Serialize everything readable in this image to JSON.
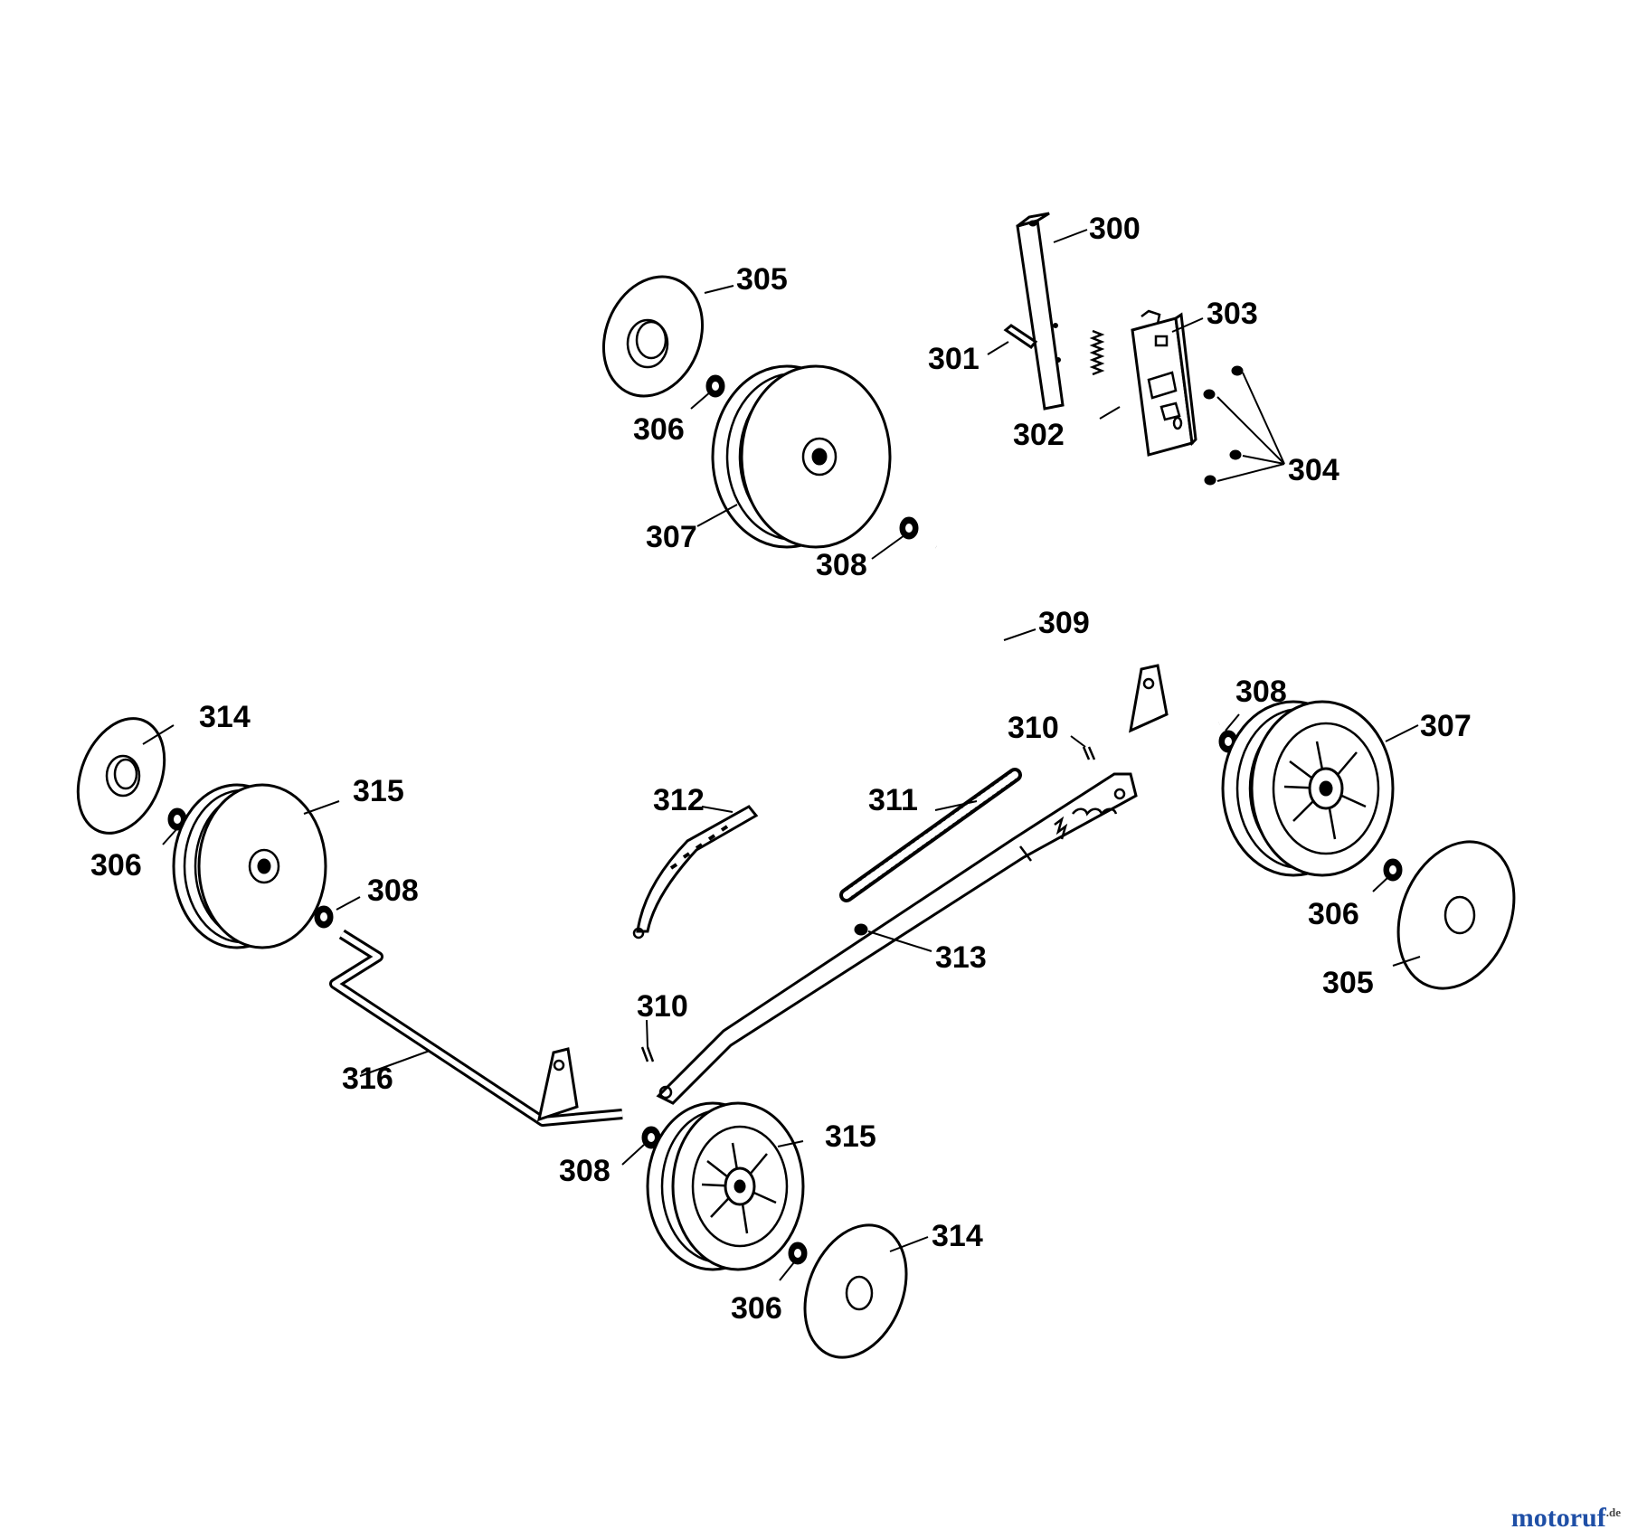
{
  "part_labels": [
    "300",
    "301",
    "302",
    "303",
    "304",
    "305",
    "306",
    "307",
    "308",
    "309",
    "310",
    "311",
    "312",
    "313",
    "314",
    "315",
    "316"
  ],
  "watermark": {
    "text": "motoruf",
    "suffix": ".de"
  }
}
